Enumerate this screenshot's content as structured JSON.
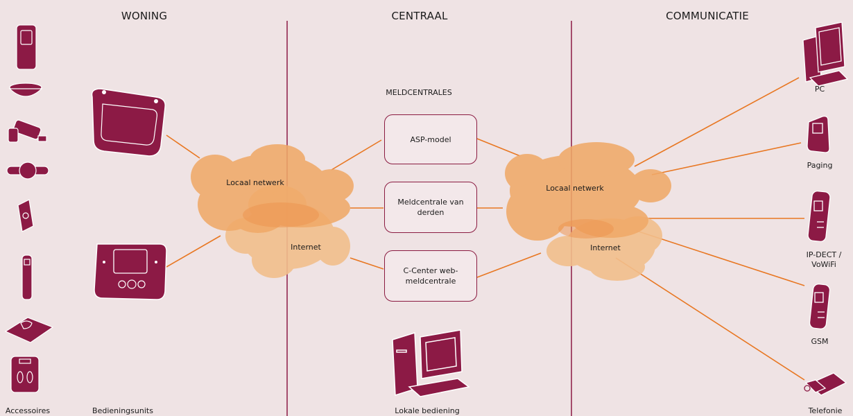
{
  "headers": {
    "woning": "WONING",
    "centraal": "CENTRAAL",
    "communicatie": "COMMUNICATIE"
  },
  "woning": {
    "accessoires_label": "Accessoires",
    "bedieningsunits_label": "Bedieningsunits",
    "accessoires_icons": [
      "wall-sensor-icon",
      "smoke-detector-icon",
      "camera-icon",
      "wristband-icon",
      "door-sensor-icon",
      "pendant-icon",
      "floor-mat-icon",
      "scale-icon"
    ],
    "bediening_icons": [
      "base-station-icon",
      "control-panel-icon"
    ]
  },
  "centraal": {
    "meldcentrales_title": "MELDCENTRALES",
    "boxes": [
      "ASP-model",
      "Meldcentrale van derden",
      "C-Center web-meldcentrale"
    ],
    "lokale_bediening": "Lokale bediening"
  },
  "clouds": {
    "left_top": "Locaal netwerk",
    "left_bottom": "Internet",
    "right_top": "Locaal netwerk",
    "right_bottom": "Internet"
  },
  "communicatie": [
    {
      "label": "PC",
      "icon": "pc-icon"
    },
    {
      "label": "Paging",
      "icon": "pager-icon"
    },
    {
      "label": "IP-DECT / VoWiFi",
      "icon": "dect-phone-icon"
    },
    {
      "label": "GSM",
      "icon": "mobile-phone-icon"
    },
    {
      "label": "Telefonie",
      "icon": "telephone-icon"
    }
  ],
  "colors": {
    "device": "#8c1a45",
    "cloud": "#f0a968",
    "cloud_light": "#f2bf8c",
    "line": "#e87722",
    "divider": "#8c1a45",
    "background": "#efe3e4"
  }
}
